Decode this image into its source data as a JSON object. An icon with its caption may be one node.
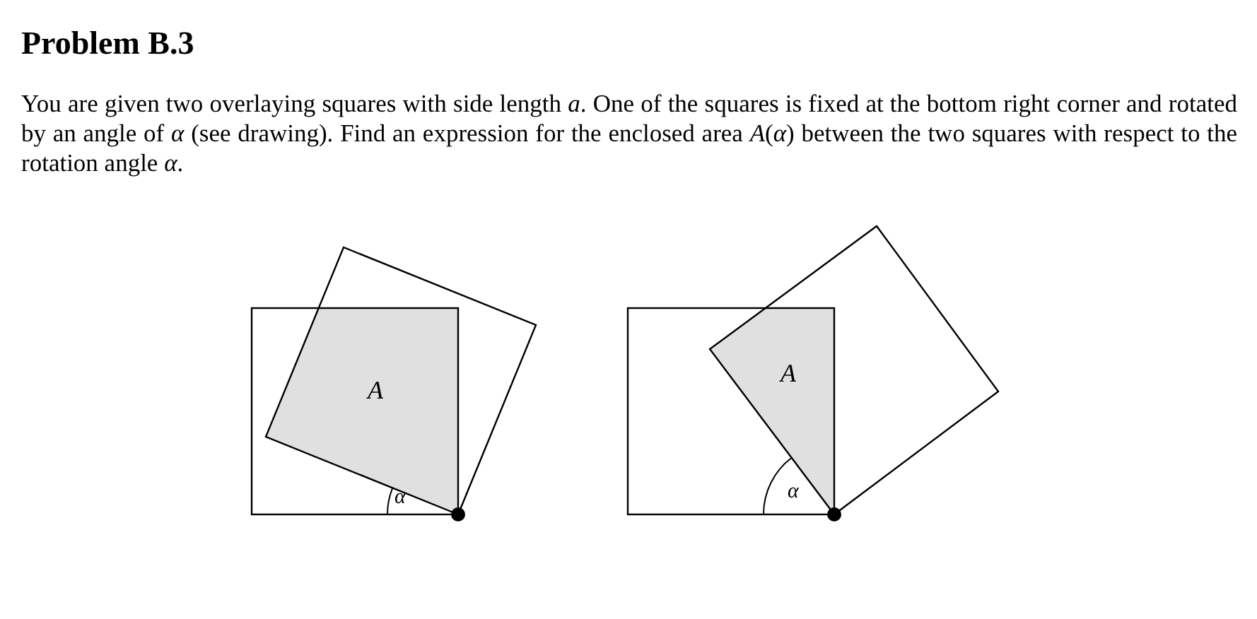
{
  "diagram": {
    "title": "Problem B.3",
    "nodes": [
      {
        "text": [
          "A"
        ]
      },
      {
        "text": [
          "A"
        ]
      }
    ],
    "labels": [
      "You are given two overlaying squares with side length *a*. One of the squares is fixed at the bottom right corner and rotated by an angle of *α* (see drawing). Find an expression for the enclosed area *A*(*α*) between the two squares with respect to the rotation angle *α*.",
      "α",
      "α"
    ]
  }
}
